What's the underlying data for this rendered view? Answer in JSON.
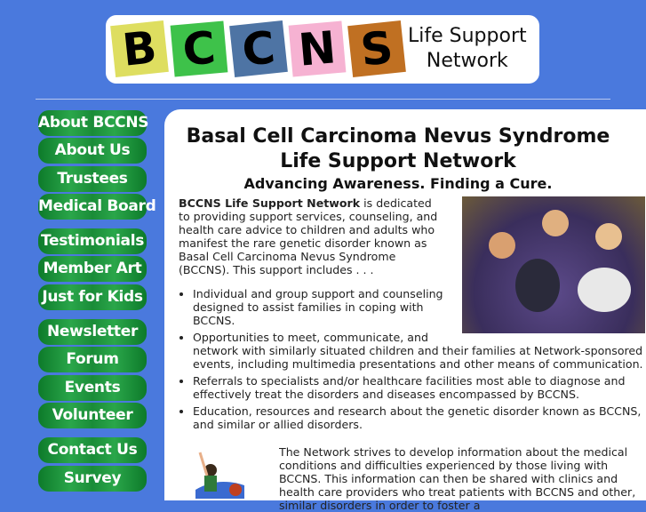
{
  "logo": {
    "letters": [
      "B",
      "C",
      "C",
      "N",
      "S"
    ],
    "tile_colors": [
      "#dede60",
      "#3ec24a",
      "#4e74a4",
      "#f6b2d2",
      "#c07022"
    ],
    "line1": "Life Support",
    "line2": "Network"
  },
  "nav": {
    "items": [
      [
        "About BCCNS",
        "About Us",
        "Trustees",
        "Medical Board"
      ],
      [
        "Testimonials",
        "Member Art",
        "Just for Kids"
      ],
      [
        "Newsletter",
        "Forum",
        "Events",
        "Volunteer"
      ],
      [
        "Contact Us",
        "Survey"
      ]
    ]
  },
  "main": {
    "title_line1": "Basal Cell Carcinoma Nevus Syndrome",
    "title_line2": "Life Support Network",
    "subtitle": "Advancing Awareness. Finding a Cure.",
    "intro_bold": "BCCNS Life Support Network",
    "intro_rest": " is dedicated to providing support services, counseling, and health care advice to children and adults who manifest the rare genetic disorder known as Basal Cell Carcinoma Nevus Syndrome (BCCNS). This support includes . . .",
    "bullets": [
      "Individual and group support and counseling designed to assist families in coping with BCCNS.",
      "Opportunities to meet, communicate, and network with similarly situated children and their families at Network-sponsored events, including multimedia presentations and other means of communication.",
      "Referrals to specialists and/or healthcare facilities most able to diagnose and effectively treat the disorders and diseases encompassed by BCCNS.",
      "Education, resources and research about the genetic disorder known as BCCNS, and similar or allied disorders."
    ],
    "para2": "The Network strives to develop information about the medical conditions and difficulties experienced by those living with BCCNS. This information can then be shared with clinics and health care providers who treat patients with BCCNS and other, similar disorders in order to foster a"
  }
}
